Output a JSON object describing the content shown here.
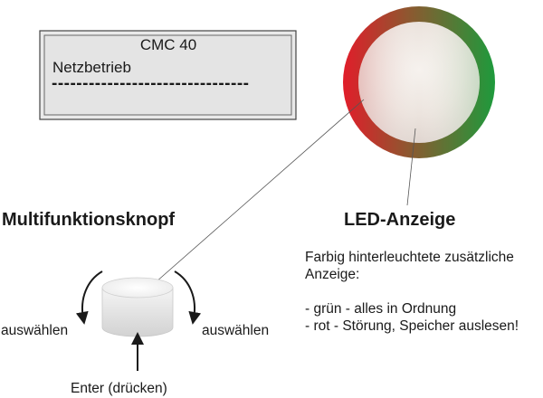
{
  "display": {
    "title": "CMC 40",
    "status": "Netzbetrieb",
    "dashes": "--------------------------------"
  },
  "knob": {
    "heading": "Multifunktionsknopf",
    "left_label": "auswählen",
    "right_label": "auswählen",
    "press_label": "Enter (drücken)"
  },
  "led": {
    "heading": "LED-Anzeige",
    "description": "Farbig hinterleuchtete zusätzliche\nAnzeige:\n\n- grün - alles in Ordnung\n- rot - Störung, Speicher auslesen!",
    "ring_colors": {
      "red": "#e11d2a",
      "green": "#1e9a3c"
    }
  }
}
